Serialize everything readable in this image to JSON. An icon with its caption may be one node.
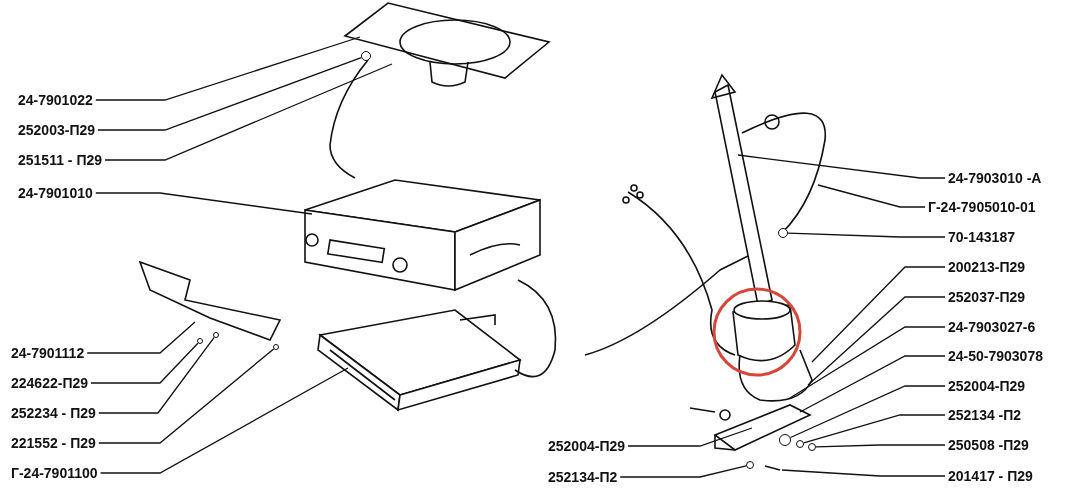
{
  "diagram": {
    "nodes": [
      {
        "text": [
          "24-7901022"
        ]
      },
      {
        "text": [
          "252003-П29"
        ]
      },
      {
        "text": [
          "251511 - П29"
        ]
      },
      {
        "text": [
          "24-7901010"
        ]
      },
      {
        "text": [
          "24-7901112"
        ]
      },
      {
        "text": [
          "224622-П29"
        ]
      },
      {
        "text": [
          "252234 - П29"
        ]
      },
      {
        "text": [
          "221552 - П29"
        ]
      },
      {
        "text": [
          "Г-24-7901100"
        ]
      },
      {
        "text": [
          "24-7903010 -A"
        ]
      },
      {
        "text": [
          "Г-24-7905010-01"
        ]
      },
      {
        "text": [
          "70-143187"
        ]
      },
      {
        "text": [
          "200213-П29"
        ]
      },
      {
        "text": [
          "252037-П29"
        ]
      },
      {
        "text": [
          "24-7903027-6"
        ]
      },
      {
        "text": [
          "24-50-7903078"
        ]
      },
      {
        "text": [
          "252004-П29"
        ]
      },
      {
        "text": [
          "252134 -П2"
        ]
      },
      {
        "text": [
          "250508 -П29"
        ]
      },
      {
        "text": [
          "201417 - П29"
        ]
      },
      {
        "text": [
          "252004-П29"
        ]
      },
      {
        "text": [
          "252134-П2"
        ]
      },
      {
        "text": [],
        "shape": "circle"
      },
      {
        "text": [],
        "shape": "circle"
      },
      {
        "text": [],
        "shape": "circle"
      },
      {
        "text": [],
        "shape": "circle"
      },
      {
        "text": [],
        "shape": "circle"
      },
      {
        "text": [],
        "shape": "circle"
      },
      {
        "text": [],
        "shape": "circle"
      },
      {
        "text": [],
        "shape": "circle"
      },
      {
        "text": [],
        "shape": "circle"
      }
    ],
    "edges": [
      {
        "from": 0,
        "to": null,
        "arrow": "none"
      },
      {
        "from": 1,
        "to": 25,
        "arrow": "none"
      },
      {
        "from": 2,
        "to": null,
        "arrow": "none"
      },
      {
        "from": 3,
        "to": null,
        "arrow": "none"
      },
      {
        "from": 4,
        "to": null,
        "arrow": "none"
      },
      {
        "from": 5,
        "to": 22,
        "arrow": "none"
      },
      {
        "from": 6,
        "to": 23,
        "arrow": "none"
      },
      {
        "from": 7,
        "to": 24,
        "arrow": "none"
      },
      {
        "from": 8,
        "to": null,
        "arrow": "none"
      },
      {
        "from": 9,
        "to": null,
        "arrow": "none"
      },
      {
        "from": 10,
        "to": null,
        "arrow": "none"
      },
      {
        "from": 11,
        "to": 27,
        "arrow": "none"
      },
      {
        "from": 12,
        "to": null,
        "arrow": "none"
      },
      {
        "from": 13,
        "to": null,
        "arrow": "none"
      },
      {
        "from": 14,
        "to": null,
        "arrow": "none"
      },
      {
        "from": 15,
        "to": null,
        "arrow": "none"
      },
      {
        "from": 16,
        "to": 28,
        "arrow": "none"
      },
      {
        "from": 17,
        "to": 29,
        "arrow": "none"
      },
      {
        "from": 18,
        "to": 30,
        "arrow": "none"
      },
      {
        "from": 19,
        "to": null,
        "arrow": "none"
      },
      {
        "from": 20,
        "to": null,
        "arrow": "none"
      },
      {
        "from": 21,
        "to": 26,
        "arrow": "none"
      }
    ]
  }
}
